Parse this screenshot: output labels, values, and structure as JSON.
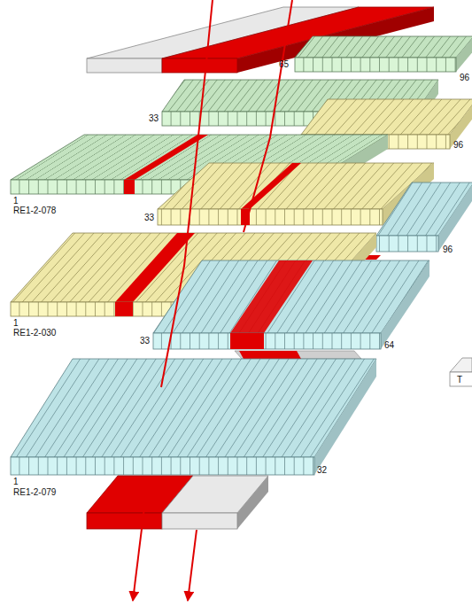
{
  "diagram": {
    "labels": [
      "65",
      "96",
      "33",
      "96",
      "1",
      "RE1-2-078",
      "33",
      "96",
      "1",
      "RE1-2-030",
      "33",
      "64",
      "1",
      "RE1-2-079",
      "32",
      "T"
    ]
  }
}
